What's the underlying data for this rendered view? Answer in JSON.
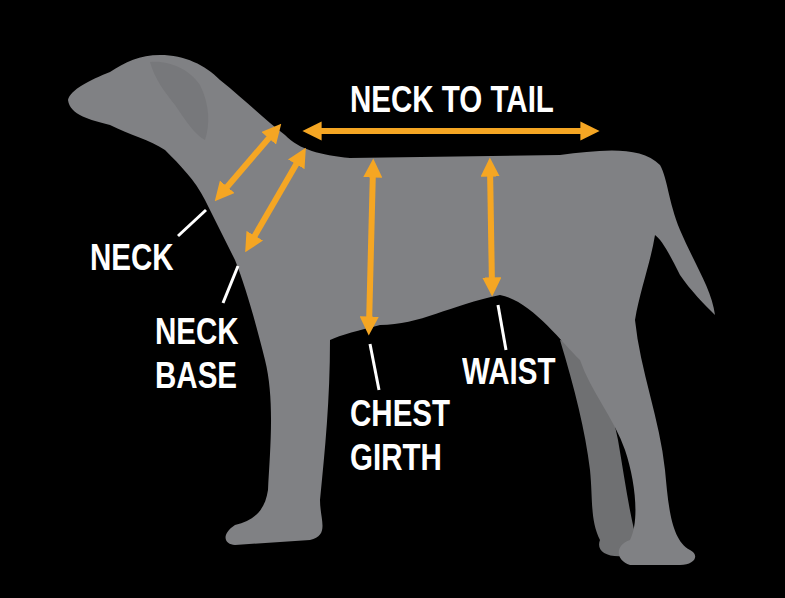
{
  "diagram": {
    "labels": [
      "NECK TO TAIL",
      "NECK",
      "NECK BASE",
      "CHEST GIRTH",
      "WAIST"
    ]
  }
}
